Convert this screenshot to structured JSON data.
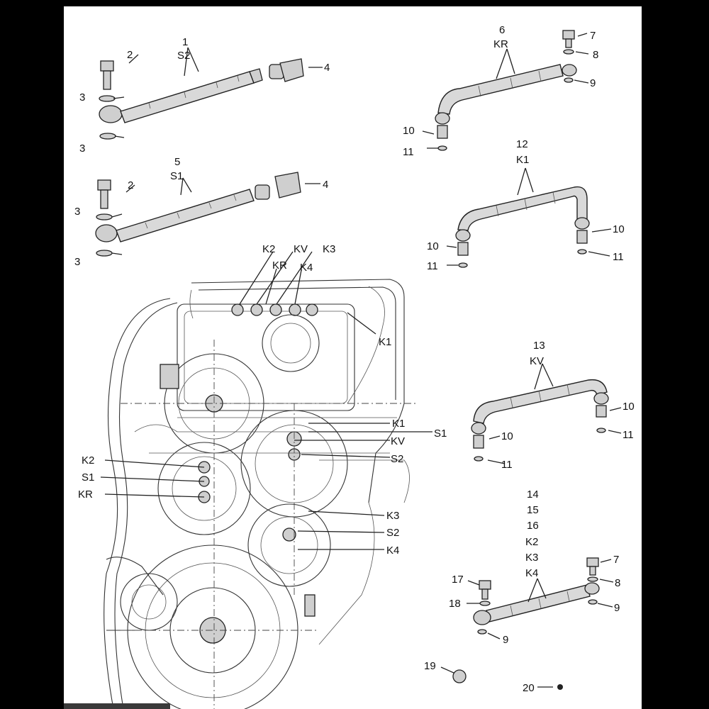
{
  "groups": {
    "g1": {
      "number": "1",
      "code": "S2"
    },
    "g5": {
      "number": "5",
      "code": "S1"
    },
    "g6": {
      "number": "6",
      "code": "KR"
    },
    "g12": {
      "number": "12",
      "code": "K1"
    },
    "g13": {
      "number": "13",
      "code": "KV"
    },
    "g14": {
      "numbers": [
        "14",
        "15",
        "16"
      ],
      "codes": [
        "K2",
        "K3",
        "K4"
      ]
    }
  },
  "callouts": {
    "top_left": [
      "2",
      "3",
      "3",
      "4"
    ],
    "mid_left": [
      "2",
      "3",
      "3",
      "4"
    ],
    "top_right": [
      "7",
      "8",
      "9",
      "10",
      "11"
    ],
    "k1_right": [
      "10",
      "11",
      "10",
      "11"
    ],
    "kv_right": [
      "10",
      "11",
      "10",
      "11"
    ],
    "bottom_right": [
      "7",
      "8",
      "9",
      "17",
      "18",
      "9"
    ],
    "loose_parts": [
      "19",
      "20"
    ]
  },
  "housing_ports": {
    "top_row": [
      "K2",
      "KV",
      "K3",
      "KR",
      "K4"
    ],
    "right_side": [
      "K1",
      "K1",
      "S1",
      "KV",
      "S2",
      "K3",
      "S2",
      "K4"
    ],
    "left_side": [
      "K2",
      "S1",
      "KR"
    ]
  }
}
